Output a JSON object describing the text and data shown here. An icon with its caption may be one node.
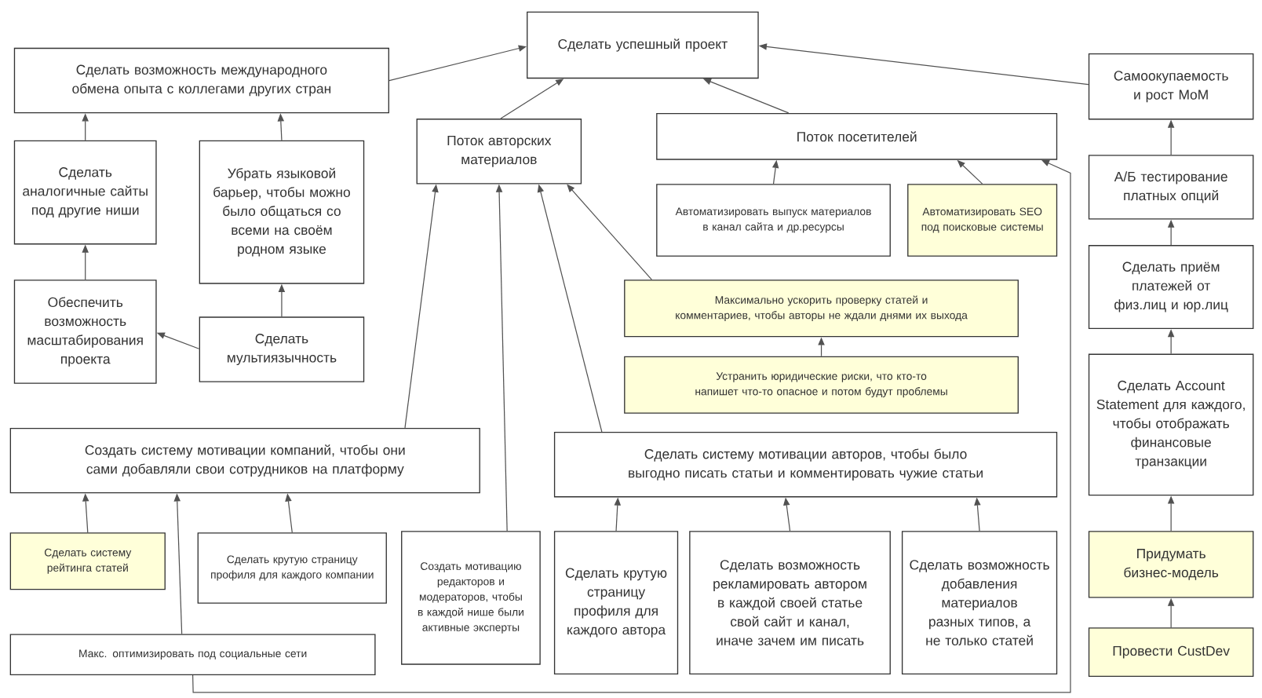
{
  "diagram": {
    "nodes": [
      {
        "text": [
          "Сделать успешный проект"
        ]
      },
      {
        "text": [
          "Сделать возможность международного обмена опыта с коллегами других стран"
        ]
      },
      {
        "text": [
          "Поток авторских материалов"
        ]
      },
      {
        "text": [
          "Поток посетителей"
        ]
      },
      {
        "text": [
          "Самоокупаемость и рост MoM"
        ]
      },
      {
        "text": [
          "Сделать аналогичные сайты под другие ниши"
        ]
      },
      {
        "text": [
          "Убрать языковой барьер, чтобы можно было общаться со всеми на своём родном языке"
        ]
      },
      {
        "text": [
          "Автоматизировать выпуск материалов в канал сайта и др.ресурсы"
        ]
      },
      {
        "text": [
          "Автоматизировать SEO под поисковые системы"
        ]
      },
      {
        "text": [
          "А/Б тестирование платных опций"
        ]
      },
      {
        "text": [
          "Обеспечить возможность масштабирования проекта"
        ]
      },
      {
        "text": [
          "Сделать мультиязычность"
        ]
      },
      {
        "text": [
          "Максимально ускорить проверку статей и комментариев, чтобы авторы не ждали днями их выхода"
        ]
      },
      {
        "text": [
          "Сделать приём платежей от физ.лиц и юр.лиц"
        ]
      },
      {
        "text": [
          "Устранить юридические риски, что кто-то напишет что-то опасное и потом будут проблемы"
        ]
      },
      {
        "text": [
          "Сделать Account Statement для каждого, чтобы отображать финансовые транзакции"
        ]
      },
      {
        "text": [
          "Создать систему мотивации компаний, чтобы они сами добавляли свои сотрудников на платформу"
        ]
      },
      {
        "text": [
          "Сделать систему мотивации авторов, чтобы было выгодно писать статьи и комментировать чужие статьи"
        ]
      },
      {
        "text": [
          "Сделать систему рейтинга статей"
        ]
      },
      {
        "text": [
          "Сделать крутую страницу профиля для каждого компании"
        ]
      },
      {
        "text": [
          "Создать мотивацию редакторов и модераторов, чтобы в каждой нише были активные эксперты"
        ]
      },
      {
        "text": [
          "Сделать крутую страницу профиля для каждого автора"
        ]
      },
      {
        "text": [
          "Сделать возможность рекламировать автором в каждой своей статье свой сайт и канал, иначе зачем им писать"
        ]
      },
      {
        "text": [
          "Сделать возможность добавления материалов разных типов, а не только статей"
        ]
      },
      {
        "text": [
          "Придумать бизнес-модель"
        ]
      },
      {
        "text": [
          "Макс. оптимизировать под социальные сети"
        ]
      },
      {
        "text": [
          "Провести CustDev"
        ]
      }
    ],
    "edges": [
      {
        "from": 1,
        "to": 0,
        "arrow": "to"
      },
      {
        "from": 2,
        "to": 0,
        "arrow": "to"
      },
      {
        "from": 3,
        "to": 0,
        "arrow": "to"
      },
      {
        "from": 4,
        "to": 0,
        "arrow": "to"
      },
      {
        "from": 5,
        "to": 1,
        "arrow": "to"
      },
      {
        "from": 6,
        "to": 1,
        "arrow": "to"
      },
      {
        "from": 10,
        "to": 5,
        "arrow": "to"
      },
      {
        "from": 11,
        "to": 6,
        "arrow": "to"
      },
      {
        "from": 11,
        "to": 10,
        "arrow": "to"
      },
      {
        "from": 7,
        "to": 3,
        "arrow": "to"
      },
      {
        "from": 8,
        "to": 3,
        "arrow": "to"
      },
      {
        "from": 9,
        "to": 4,
        "arrow": "to"
      },
      {
        "from": 13,
        "to": 9,
        "arrow": "to"
      },
      {
        "from": 15,
        "to": 13,
        "arrow": "to"
      },
      {
        "from": 24,
        "to": 15,
        "arrow": "to"
      },
      {
        "from": 26,
        "to": 24,
        "arrow": "to"
      },
      {
        "from": 12,
        "to": 2,
        "arrow": "to"
      },
      {
        "from": 14,
        "to": 12,
        "arrow": "to"
      },
      {
        "from": 16,
        "to": 2,
        "arrow": "to"
      },
      {
        "from": 20,
        "to": 2,
        "arrow": "to"
      },
      {
        "from": 17,
        "to": 2,
        "arrow": "to"
      },
      {
        "from": 18,
        "to": 16,
        "arrow": "to"
      },
      {
        "from": 19,
        "to": 16,
        "arrow": "to"
      },
      {
        "from": 25,
        "to": 16,
        "arrow": "to"
      },
      {
        "from": 21,
        "to": 17,
        "arrow": "to"
      },
      {
        "from": 22,
        "to": 17,
        "arrow": "to"
      },
      {
        "from": 23,
        "to": 17,
        "arrow": "to"
      },
      {
        "from": 25,
        "to": 3,
        "arrow": "to"
      }
    ]
  }
}
